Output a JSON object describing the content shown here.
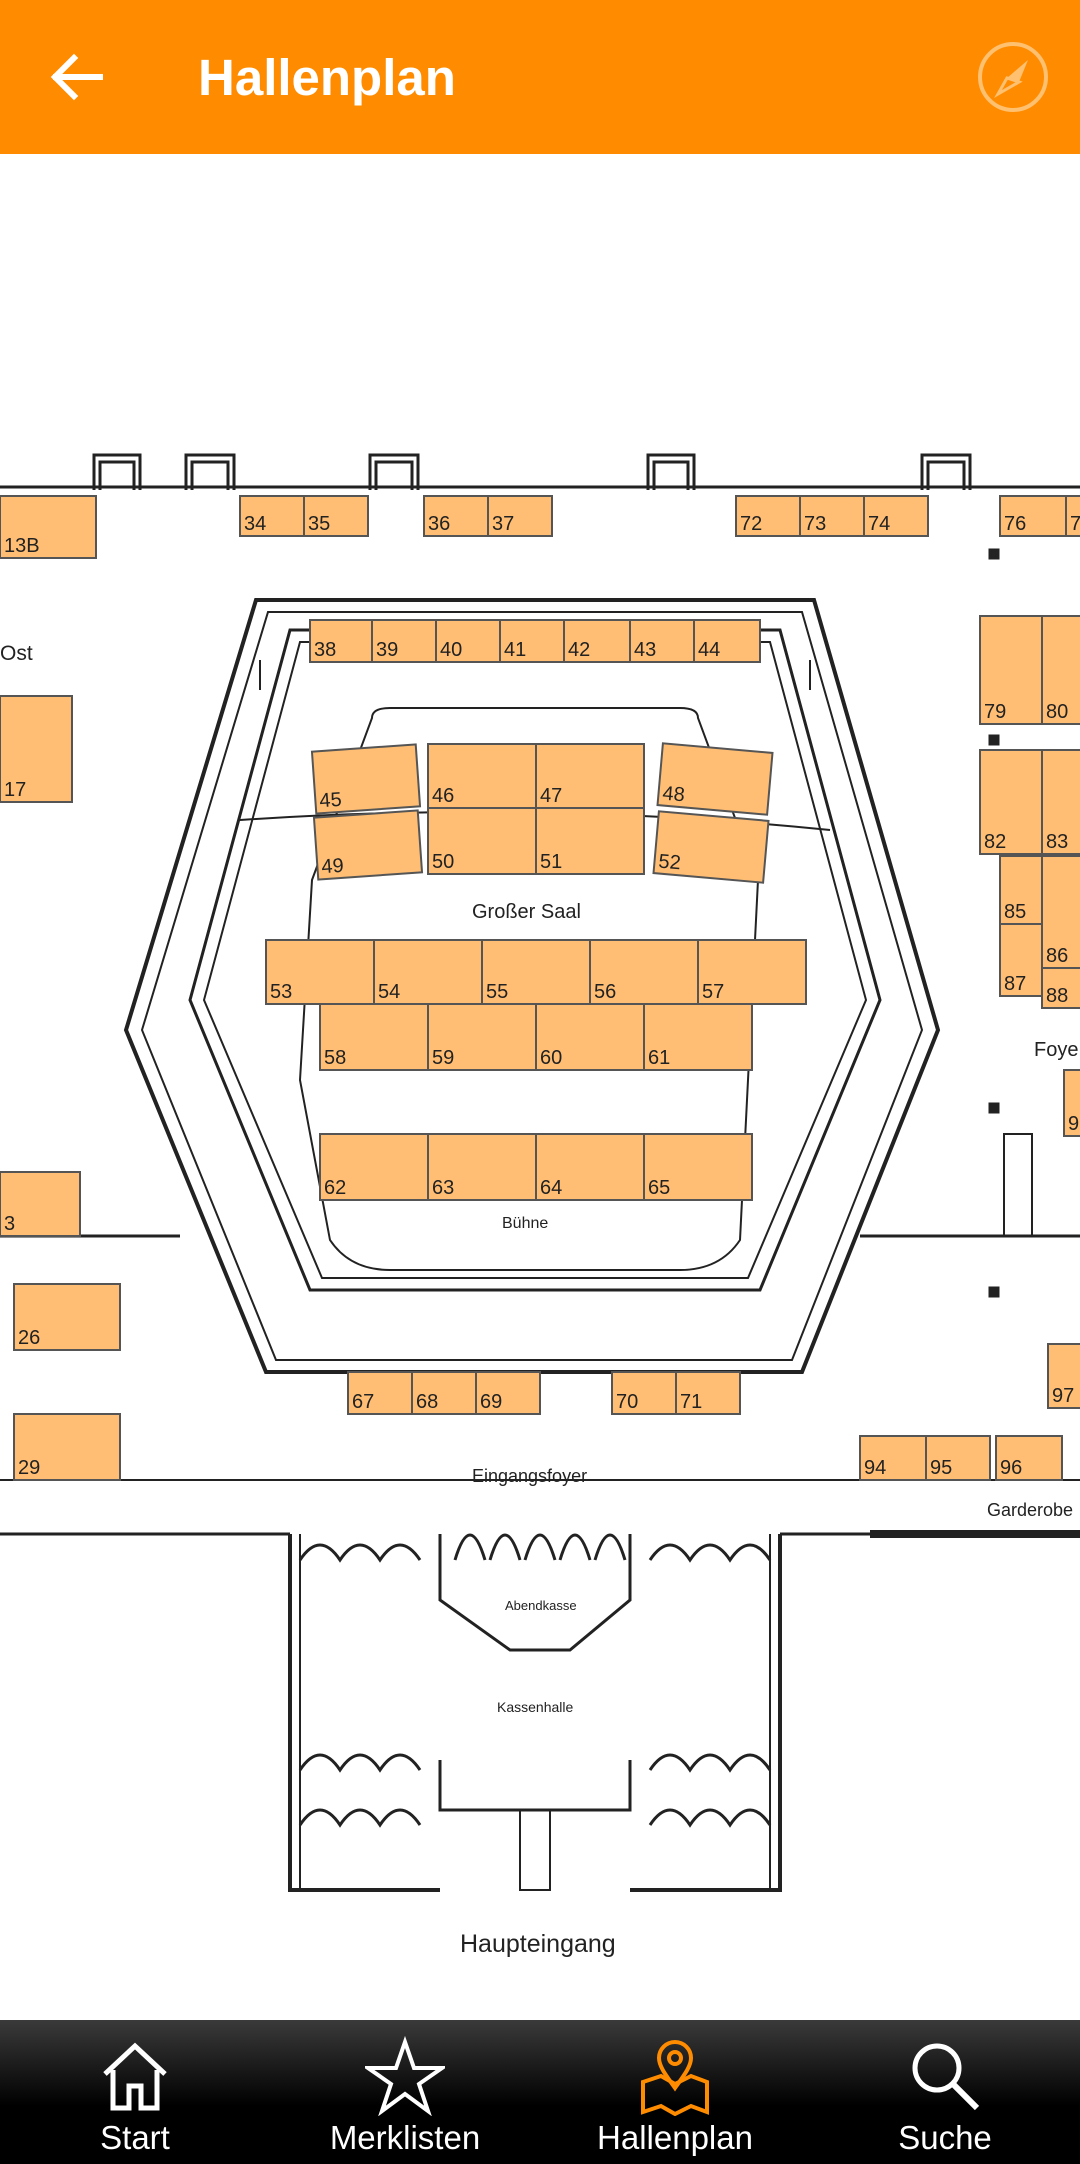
{
  "appbar": {
    "title": "Hallenplan",
    "back_icon": "arrow-left-icon",
    "compass_icon": "compass-icon",
    "background": "#FF8C00"
  },
  "map": {
    "booth_color": "#FFBE73",
    "booths": [
      "13B",
      "34",
      "35",
      "36",
      "37",
      "72",
      "73",
      "74",
      "76",
      "7",
      "38",
      "39",
      "40",
      "41",
      "42",
      "43",
      "44",
      "79",
      "80",
      "17",
      "45",
      "46",
      "47",
      "48",
      "49",
      "50",
      "51",
      "52",
      "82",
      "83",
      "85",
      "86",
      "87",
      "88",
      "53",
      "54",
      "55",
      "56",
      "57",
      "58",
      "59",
      "60",
      "61",
      "9",
      "62",
      "63",
      "64",
      "65",
      "3",
      "26",
      "97",
      "67",
      "68",
      "69",
      "70",
      "71",
      "29",
      "94",
      "95",
      "96"
    ],
    "labels": {
      "ost": "Ost",
      "grosser_saal": "Großer Saal",
      "foye": "Foye",
      "buehne": "Bühne",
      "eingangsfoyer": "Eingangsfoyer",
      "garderobe": "Garderobe",
      "abendkasse": "Abendkasse",
      "kassenhalle": "Kassenhalle",
      "haupteingang": "Haupteingang"
    }
  },
  "bottom_nav": {
    "active_color": "#FF8C00",
    "items": [
      {
        "label": "Start",
        "icon": "home-icon"
      },
      {
        "label": "Merklisten",
        "icon": "star-icon"
      },
      {
        "label": "Hallenplan",
        "icon": "map-pin-icon"
      },
      {
        "label": "Suche",
        "icon": "search-icon"
      }
    ]
  }
}
